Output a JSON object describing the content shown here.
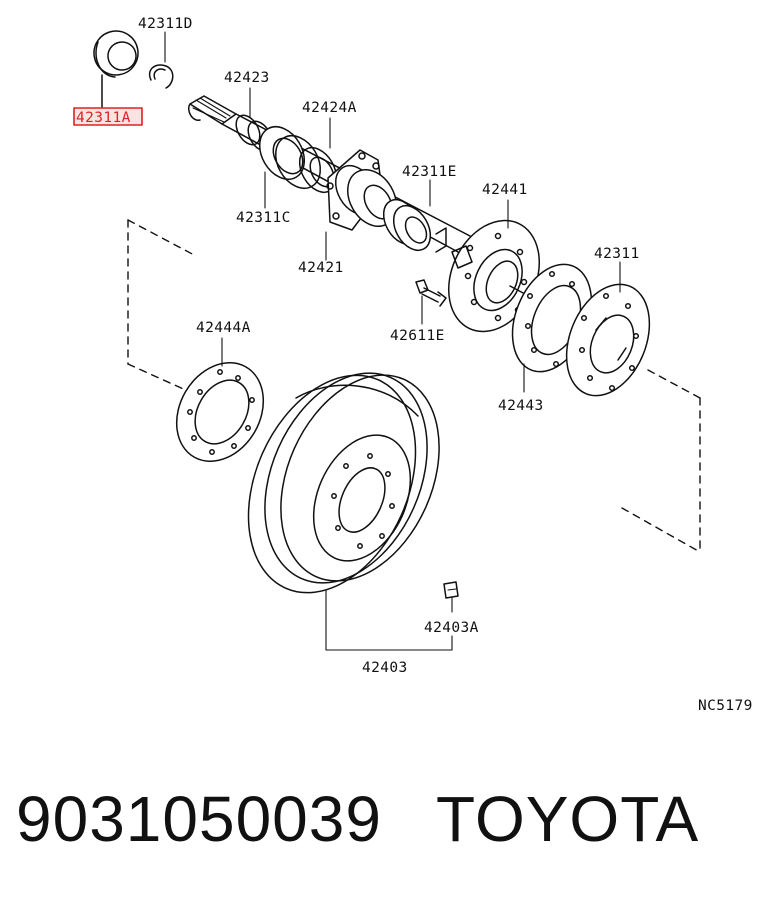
{
  "diagram": {
    "labels": {
      "p42311D": "42311D",
      "p42311A": "42311A",
      "p42423": "42423",
      "p42424A": "42424A",
      "p42311E": "42311E",
      "p42311C": "42311C",
      "p42441": "42441",
      "p42421": "42421",
      "p42311": "42311",
      "p42444A": "42444A",
      "p42611E": "42611E",
      "p42443": "42443",
      "p42403A": "42403A",
      "p42403": "42403",
      "ref": "NC5179"
    },
    "highlighted_part": "42311A",
    "highlight_color": "#d22222"
  },
  "footer": {
    "part_number": "9031050039",
    "brand": "TOYOTA"
  }
}
